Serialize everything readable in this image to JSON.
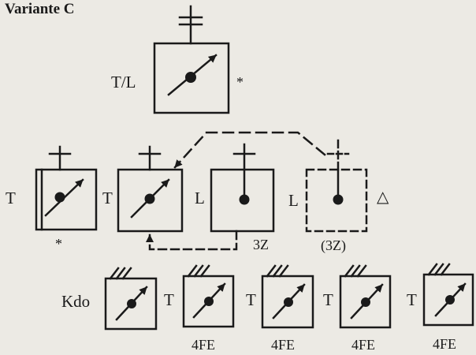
{
  "title": "Variante C",
  "top_unit": {
    "label": "T/L",
    "marker": "*"
  },
  "row2": {
    "unit1": {
      "label": "T",
      "marker": "*"
    },
    "unit2": {
      "label": "T"
    },
    "unit3": {
      "label": "L",
      "note": "3Z"
    },
    "unit4": {
      "label": "L",
      "note": "(3Z)",
      "symbol": "△"
    }
  },
  "row3": {
    "kdo_label": "Kdo",
    "connector_label": "T",
    "fe_label": "4FE"
  },
  "colors": {
    "ink": "#1a1a1a",
    "paper": "#eceae4"
  }
}
